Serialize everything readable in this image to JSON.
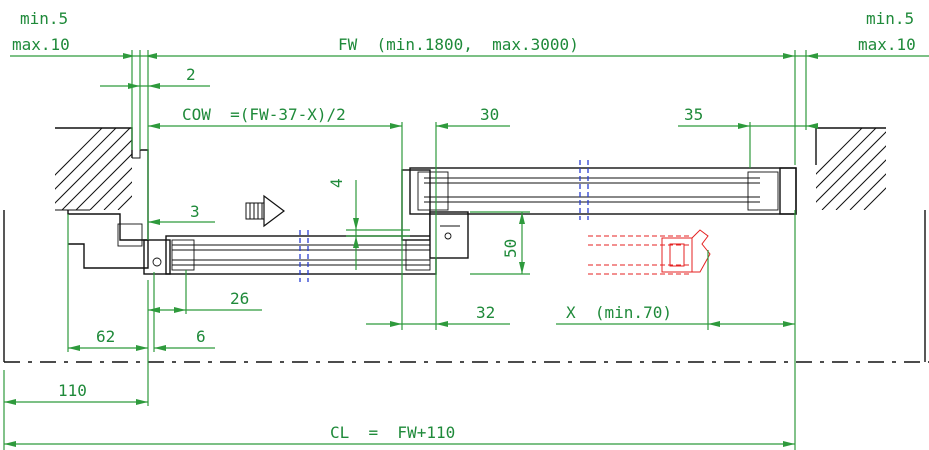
{
  "labels": {
    "left_min": "min.5",
    "left_max": "max.10",
    "right_min": "min.5",
    "right_max": "max.10",
    "fw": "FW  (min.1800,  max.3000)",
    "dim_2": "2",
    "cow": "COW  =(FW-37-X)/2",
    "dim_30": "30",
    "dim_35": "35",
    "dim_4": "4",
    "dim_3": "3",
    "dim_50": "50",
    "dim_26": "26",
    "dim_32": "32",
    "x_min": "X  (min.70)",
    "dim_62": "62",
    "dim_6": "6",
    "dim_110": "110",
    "cl": "CL  =  FW+110"
  },
  "colors": {
    "dimension": "#2e9a3c",
    "outline": "#111111",
    "glass_centerline": "#2a3fd1",
    "open_position": "#e52121"
  },
  "icons": {
    "direction": "hatched-arrow-right-icon"
  }
}
